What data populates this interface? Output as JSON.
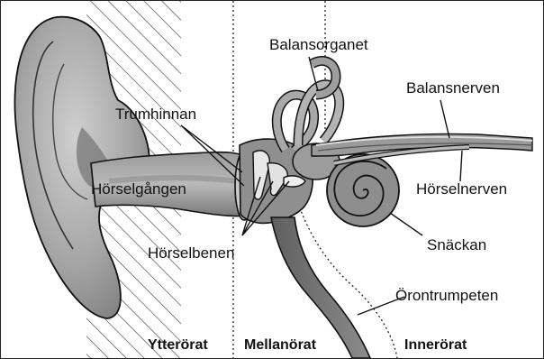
{
  "labels": {
    "balansorganet": "Balansorganet",
    "balansnerven": "Balansnerven",
    "trumhinnan": "Trumhinnan",
    "horselgangen": "Hörselgången",
    "horselnerven": "Hörselnerven",
    "horselbenen": "Hörselbenen",
    "snackan": "Snäckan",
    "orontrumpeten": "Örontrumpeten"
  },
  "regions": {
    "outer": "Ytteröra t",
    "middle": "Mellanörat",
    "inner": "Innerörat"
  },
  "colors": {
    "skin_dark": "#6f6f6f",
    "skin_mid": "#a9a9a9",
    "skin_light": "#d4d4d4",
    "line": "#111111"
  }
}
